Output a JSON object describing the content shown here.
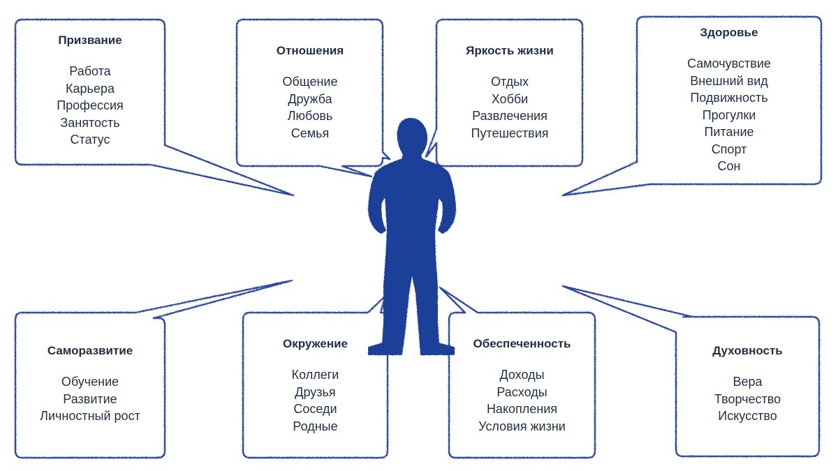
{
  "colors": {
    "outline": "#2d4a9c",
    "figure": "#1e3f99",
    "text": "#1f2f46"
  },
  "figure": {
    "icon": "person-silhouette"
  },
  "bubbles": {
    "prizvanie": {
      "title": "Призвание",
      "items": [
        "Работа",
        "Карьера",
        "Профессия",
        "Занятость",
        "Статус"
      ]
    },
    "otnosheniya": {
      "title": "Отношения",
      "items": [
        "Общение",
        "Дружба",
        "Любовь",
        "Семья"
      ]
    },
    "yarkost": {
      "title": "Яркость жизни",
      "items": [
        "Отдых",
        "Хобби",
        "Развлечения",
        "Путешествия"
      ]
    },
    "zdorovie": {
      "title": "Здоровье",
      "items": [
        "Самочувствие",
        "Внешний вид",
        "Подвижность",
        "Прогулки",
        "Питание",
        "Спорт",
        "Сон"
      ]
    },
    "samorazvitie": {
      "title": "Саморазвитие",
      "items": [
        "Обучение",
        "Развитие",
        "Личностный рост"
      ]
    },
    "okruzhenie": {
      "title": "Окружение",
      "items": [
        "Коллеги",
        "Друзья",
        "Соседи",
        "Родные"
      ]
    },
    "obespechennost": {
      "title": "Обеспеченность",
      "items": [
        "Доходы",
        "Расходы",
        "Накопления",
        "Условия жизни"
      ]
    },
    "dukhovnost": {
      "title": "Духовность",
      "items": [
        "Вера",
        "Творчество",
        "Искусство"
      ]
    }
  }
}
